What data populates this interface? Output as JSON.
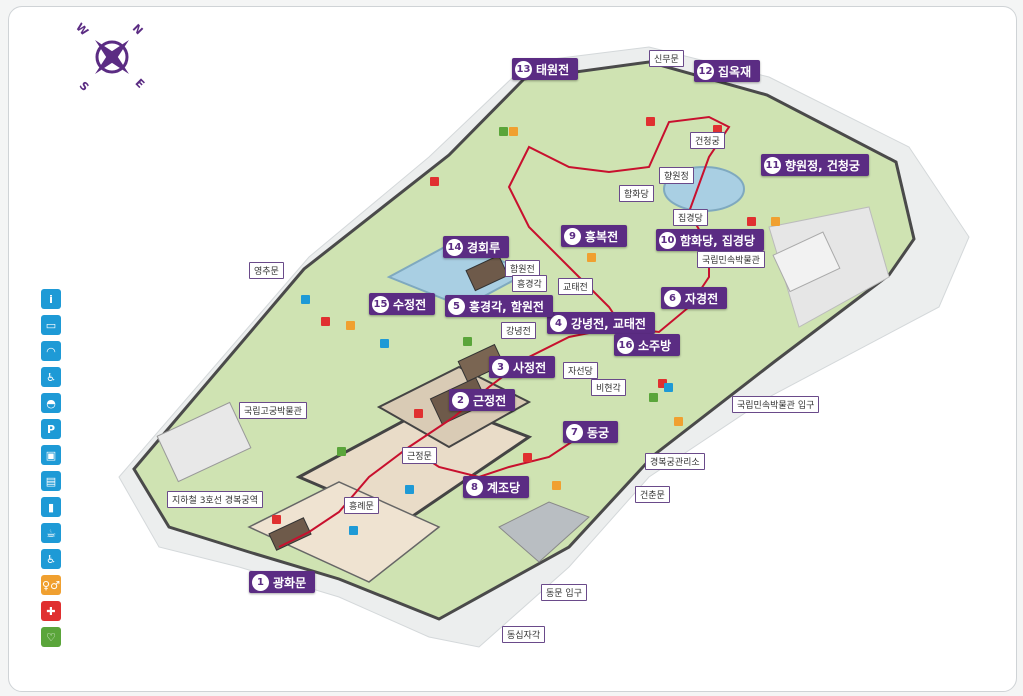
{
  "compass": {
    "letters": [
      "N",
      "E",
      "S",
      "W"
    ],
    "color": "#5b2c83"
  },
  "colors": {
    "poi": "#5b2c83",
    "route": "#c8102e",
    "info": "#1e9ad6",
    "toilet": "#f0a030",
    "firstaid": "#e03030",
    "aed": "#5aa53a"
  },
  "legend": [
    {
      "icon": "info-icon",
      "color": "#1e9ad6",
      "glyph": "i"
    },
    {
      "icon": "ticket-icon",
      "color": "#1e9ad6",
      "glyph": "▭"
    },
    {
      "icon": "audio-guide-icon",
      "color": "#1e9ad6",
      "glyph": "◠"
    },
    {
      "icon": "wheelchair-icon",
      "color": "#1e9ad6",
      "glyph": "♿"
    },
    {
      "icon": "stroller-icon",
      "color": "#1e9ad6",
      "glyph": "◓"
    },
    {
      "icon": "parking-icon",
      "color": "#1e9ad6",
      "glyph": "P"
    },
    {
      "icon": "gift-shop-icon",
      "color": "#1e9ad6",
      "glyph": "▣"
    },
    {
      "icon": "locker-icon",
      "color": "#1e9ad6",
      "glyph": "▤"
    },
    {
      "icon": "water-icon",
      "color": "#1e9ad6",
      "glyph": "▮"
    },
    {
      "icon": "cafe-icon",
      "color": "#1e9ad6",
      "glyph": "☕"
    },
    {
      "icon": "accessible-ramp-icon",
      "color": "#1e9ad6",
      "glyph": "♿"
    },
    {
      "icon": "toilet-icon",
      "color": "#f0a030",
      "glyph": "♀♂"
    },
    {
      "icon": "first-aid-icon",
      "color": "#e03030",
      "glyph": "✚"
    },
    {
      "icon": "aed-icon",
      "color": "#5aa53a",
      "glyph": "♡"
    }
  ],
  "pois": [
    {
      "num": "1",
      "name": "광화문"
    },
    {
      "num": "2",
      "name": "근정전"
    },
    {
      "num": "3",
      "name": "사정전"
    },
    {
      "num": "4",
      "name": "강녕전, 교태전"
    },
    {
      "num": "5",
      "name": "흥경각, 함원전"
    },
    {
      "num": "6",
      "name": "자경전"
    },
    {
      "num": "7",
      "name": "동궁"
    },
    {
      "num": "8",
      "name": "계조당"
    },
    {
      "num": "9",
      "name": "흥복전"
    },
    {
      "num": "10",
      "name": "함화당, 집경당"
    },
    {
      "num": "11",
      "name": "향원정, 건청궁"
    },
    {
      "num": "12",
      "name": "집옥재"
    },
    {
      "num": "13",
      "name": "태원전"
    },
    {
      "num": "14",
      "name": "경회루"
    },
    {
      "num": "15",
      "name": "수정전"
    },
    {
      "num": "16",
      "name": "소주방"
    }
  ],
  "tags": {
    "sinmumun": "신무문",
    "geoncheonggung": "건청궁",
    "hyangwonjeong": "향원정",
    "hamhwadang": "함화당",
    "jipgyeongdang": "집경당",
    "folk_museum": "국립민속박물관",
    "yeongchumun": "영추문",
    "hamwonjeon": "함원전",
    "heunggyeonggak": "흥경각",
    "gyotaejeon": "교태전",
    "gangnyeongjeon": "강녕전",
    "jaseondang": "자선당",
    "bihyeongak": "비현각",
    "palace_museum": "국립고궁박물관",
    "folk_museum_entrance": "국립민속박물관 입구",
    "geunjeongmun": "근정문",
    "management_office": "경복궁관리소",
    "subway": "지하철 3호선 경복궁역",
    "heungnyemun": "흥례문",
    "geonchunmun": "건춘문",
    "east_gate_entrance": "동문 입구",
    "dongsipjagak": "동십자각"
  }
}
